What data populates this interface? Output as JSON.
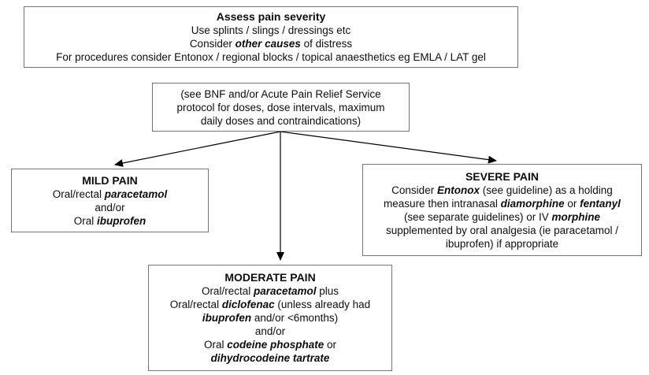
{
  "colors": {
    "background": "#ffffff",
    "box_border": "#757575",
    "text": "#0d0d0d",
    "arrow": "#000000"
  },
  "boxes": {
    "assess": {
      "title": "Assess pain severity",
      "l2": "Use splints / slings / dressings etc",
      "l3a": "Consider ",
      "l3b": "other causes",
      "l3c": " of distress",
      "l4": "For procedures consider Entonox / regional blocks / topical anaesthetics eg EMLA / LAT gel"
    },
    "protocol": {
      "l1": "(see BNF and/or Acute Pain Relief Service",
      "l2": "protocol for doses, dose intervals, maximum",
      "l3": "daily doses and contraindications)"
    },
    "mild": {
      "title": "MILD PAIN",
      "l1a": "Oral/rectal ",
      "l1b": "paracetamol",
      "l2": "and/or",
      "l3a": "Oral ",
      "l3b": "ibuprofen"
    },
    "severe": {
      "title": "SEVERE PAIN",
      "l1a": "Consider ",
      "l1b": "Entonox",
      "l1c": " (see guideline) as a holding",
      "l2a": "measure then intranasal ",
      "l2b": "diamorphine",
      "l2c": " or ",
      "l2d": "fentanyl",
      "l3a": "(see separate guidelines) or IV ",
      "l3b": "morphine",
      "l4": "supplemented by oral analgesia (ie paracetamol /",
      "l5": "ibuprofen) if appropriate"
    },
    "moderate": {
      "title": "MODERATE PAIN",
      "l1a": "Oral/rectal ",
      "l1b": "paracetamol",
      "l1c": " plus",
      "l2a": "Oral/rectal ",
      "l2b": "diclofenac",
      "l2c": " (unless already had",
      "l3a": "ibuprofen",
      "l3b": " and/or <6months)",
      "l4": "and/or",
      "l5a": "Oral ",
      "l5b": "codeine phosphate",
      "l5c": " or",
      "l6": "dihydrocodeine tartrate"
    }
  }
}
